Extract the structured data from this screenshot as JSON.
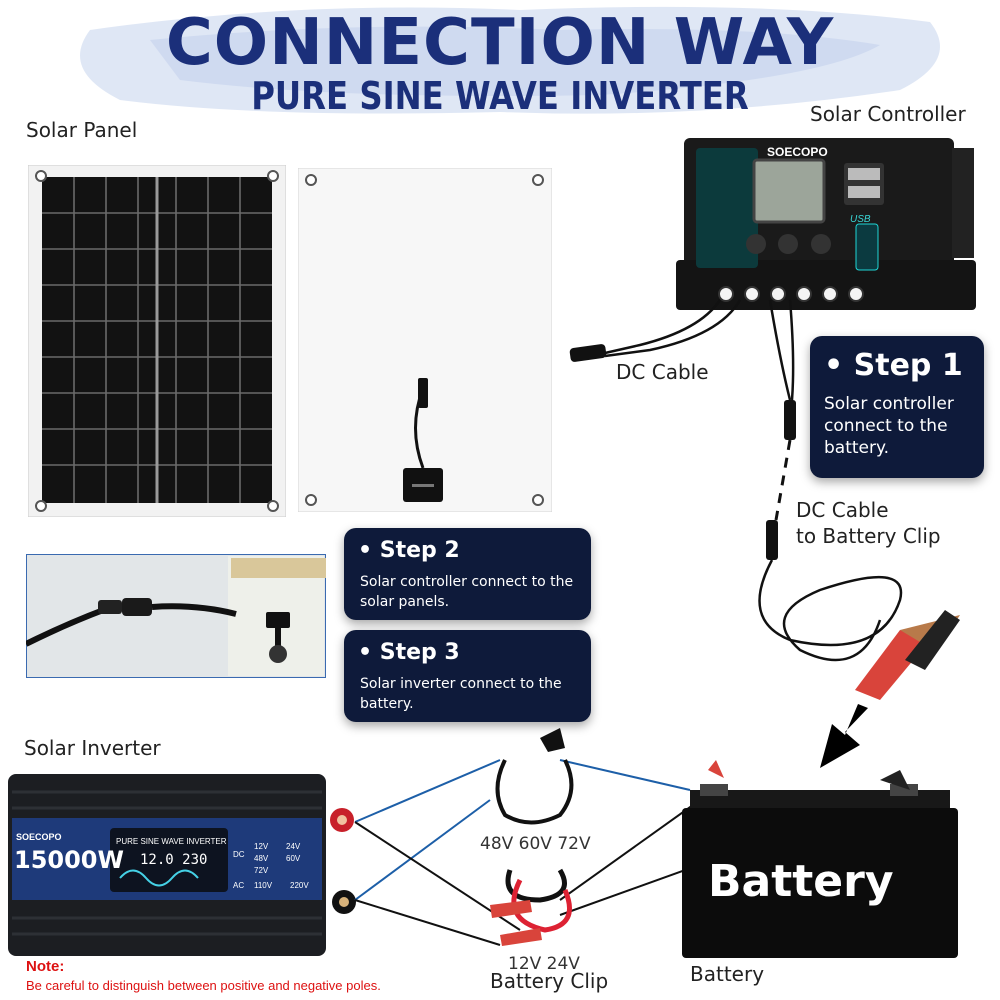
{
  "header": {
    "title": "CONNECTION WAY",
    "subtitle": "PURE SINE WAVE INVERTER"
  },
  "labels": {
    "solar_panel": "Solar Panel",
    "solar_controller": "Solar Controller",
    "dc_cable": "DC Cable",
    "dc_cable_battery_line1": "DC Cable",
    "dc_cable_battery_line2": "to Battery Clip",
    "solar_inverter": "Solar Inverter",
    "voltage_high": "48V 60V 72V",
    "voltage_low": "12V 24V",
    "battery_clip": "Battery Clip",
    "battery": "Battery"
  },
  "steps": [
    {
      "title": "Step 1",
      "text_line1": "Solar controller",
      "text_line2": "connect to the",
      "text_line3": "battery."
    },
    {
      "title": "Step 2",
      "text_line1": "Solar controller connect to the",
      "text_line2": "solar panels."
    },
    {
      "title": "Step 3",
      "text_line1": "Solar inverter connect to the",
      "text_line2": "battery."
    }
  ],
  "controller": {
    "brand": "SOECOPO",
    "usb_label": "USB"
  },
  "inverter": {
    "brand": "SOECOPO",
    "model_title": "PURE SINE WAVE INVERTER",
    "power": "15000W",
    "display_values": "12.0 230",
    "dc_label": "DC",
    "ac_label": "AC",
    "dc_opt1": "12V",
    "dc_opt2": "24V",
    "dc_opt3": "48V",
    "dc_opt4": "60V",
    "dc_opt5": "72V",
    "ac_opt1": "110V",
    "ac_opt2": "220V"
  },
  "battery_text": "Battery",
  "note": {
    "label": "Note:",
    "text": "Be careful to distinguish between positive and negative poles."
  },
  "colors": {
    "title": "#1b2f7a",
    "card_bg": "#0e1a3a",
    "note": "#dd1111",
    "wire_blue": "#1d5fa8"
  }
}
